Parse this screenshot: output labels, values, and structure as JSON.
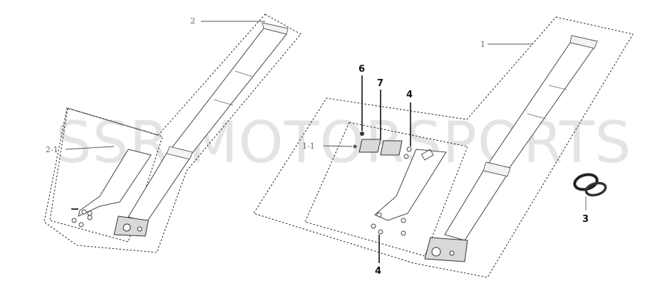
{
  "watermark": "SSR MOTORSPORTS",
  "callouts": {
    "c1": "1",
    "c1_1": "1-1",
    "c2": "2",
    "c2_1": "2-1",
    "c3": "3",
    "c4_top": "4",
    "c4_bottom": "4",
    "c6": "6",
    "c7": "7"
  }
}
